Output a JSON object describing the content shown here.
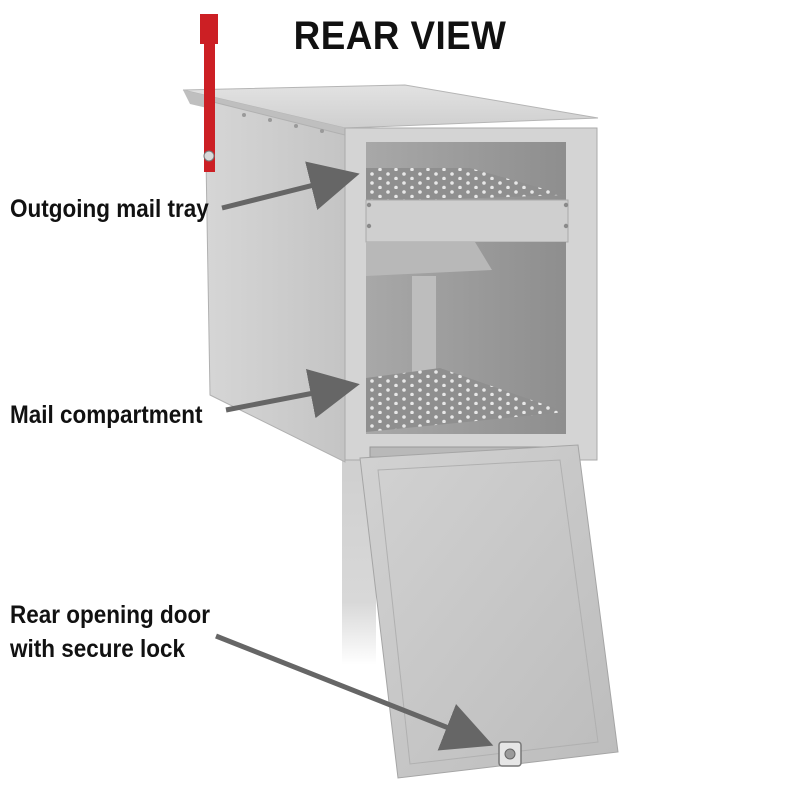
{
  "title": "REAR VIEW",
  "callouts": {
    "outgoing_tray": "Outgoing mail tray",
    "mail_compartment": "Mail compartment",
    "door_line1": "Rear opening door",
    "door_line2": "with secure lock"
  },
  "colors": {
    "flag": "#cc1f24",
    "metal": "#c9c9c9",
    "arrow": "#666666",
    "text": "#111111"
  }
}
